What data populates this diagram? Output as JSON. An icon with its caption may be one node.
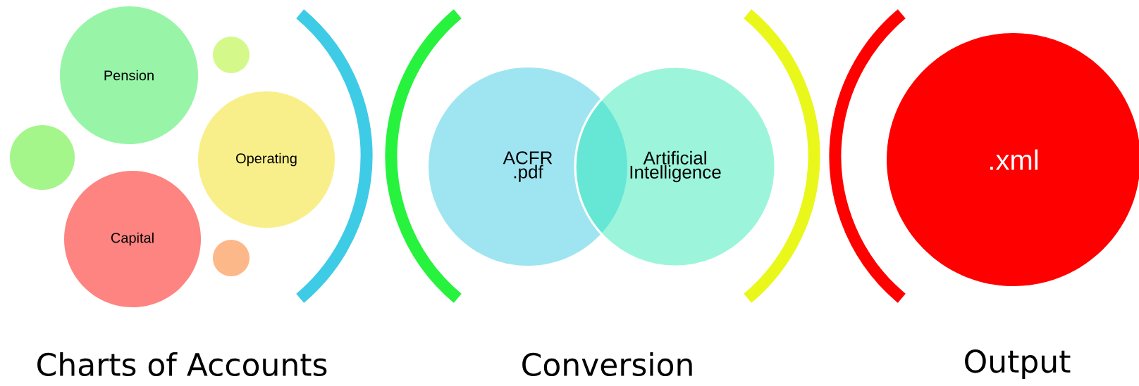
{
  "diagram": {
    "nodes": [
      {
        "text": [
          "Pension"
        ]
      },
      {
        "text": [],
        "shape": "circle"
      },
      {
        "text": [],
        "shape": "circle"
      },
      {
        "text": [
          "Operating"
        ]
      },
      {
        "text": [
          "Capital"
        ]
      },
      {
        "text": [],
        "shape": "circle"
      },
      {
        "text": [
          "ACFR .pdf"
        ]
      },
      {
        "text": [
          "Artificial Intelligence"
        ]
      },
      {
        "text": [
          ".xml"
        ]
      }
    ],
    "labels": [
      "Charts of Accounts",
      "Conversion",
      "Output"
    ]
  }
}
